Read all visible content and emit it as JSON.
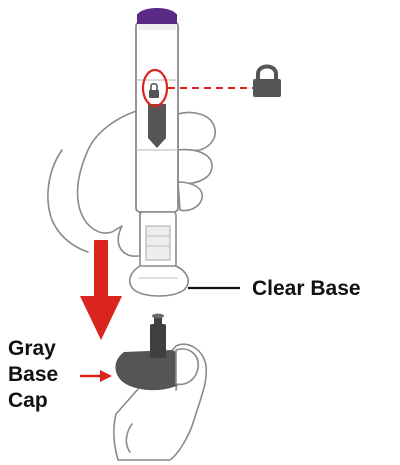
{
  "labels": {
    "clear_base": "Clear Base",
    "gray_base_cap_lines": [
      "Gray",
      "Base",
      "Cap"
    ]
  },
  "icons": {
    "lock": "lock-icon",
    "arrow_down": "arrow-down-icon",
    "arrow_right": "arrow-right-icon"
  },
  "colors": {
    "plunger_purple": "#5b2a86",
    "callout_red": "#d9251d",
    "gray_cap": "#555555",
    "outline": "#8a8a8a"
  }
}
